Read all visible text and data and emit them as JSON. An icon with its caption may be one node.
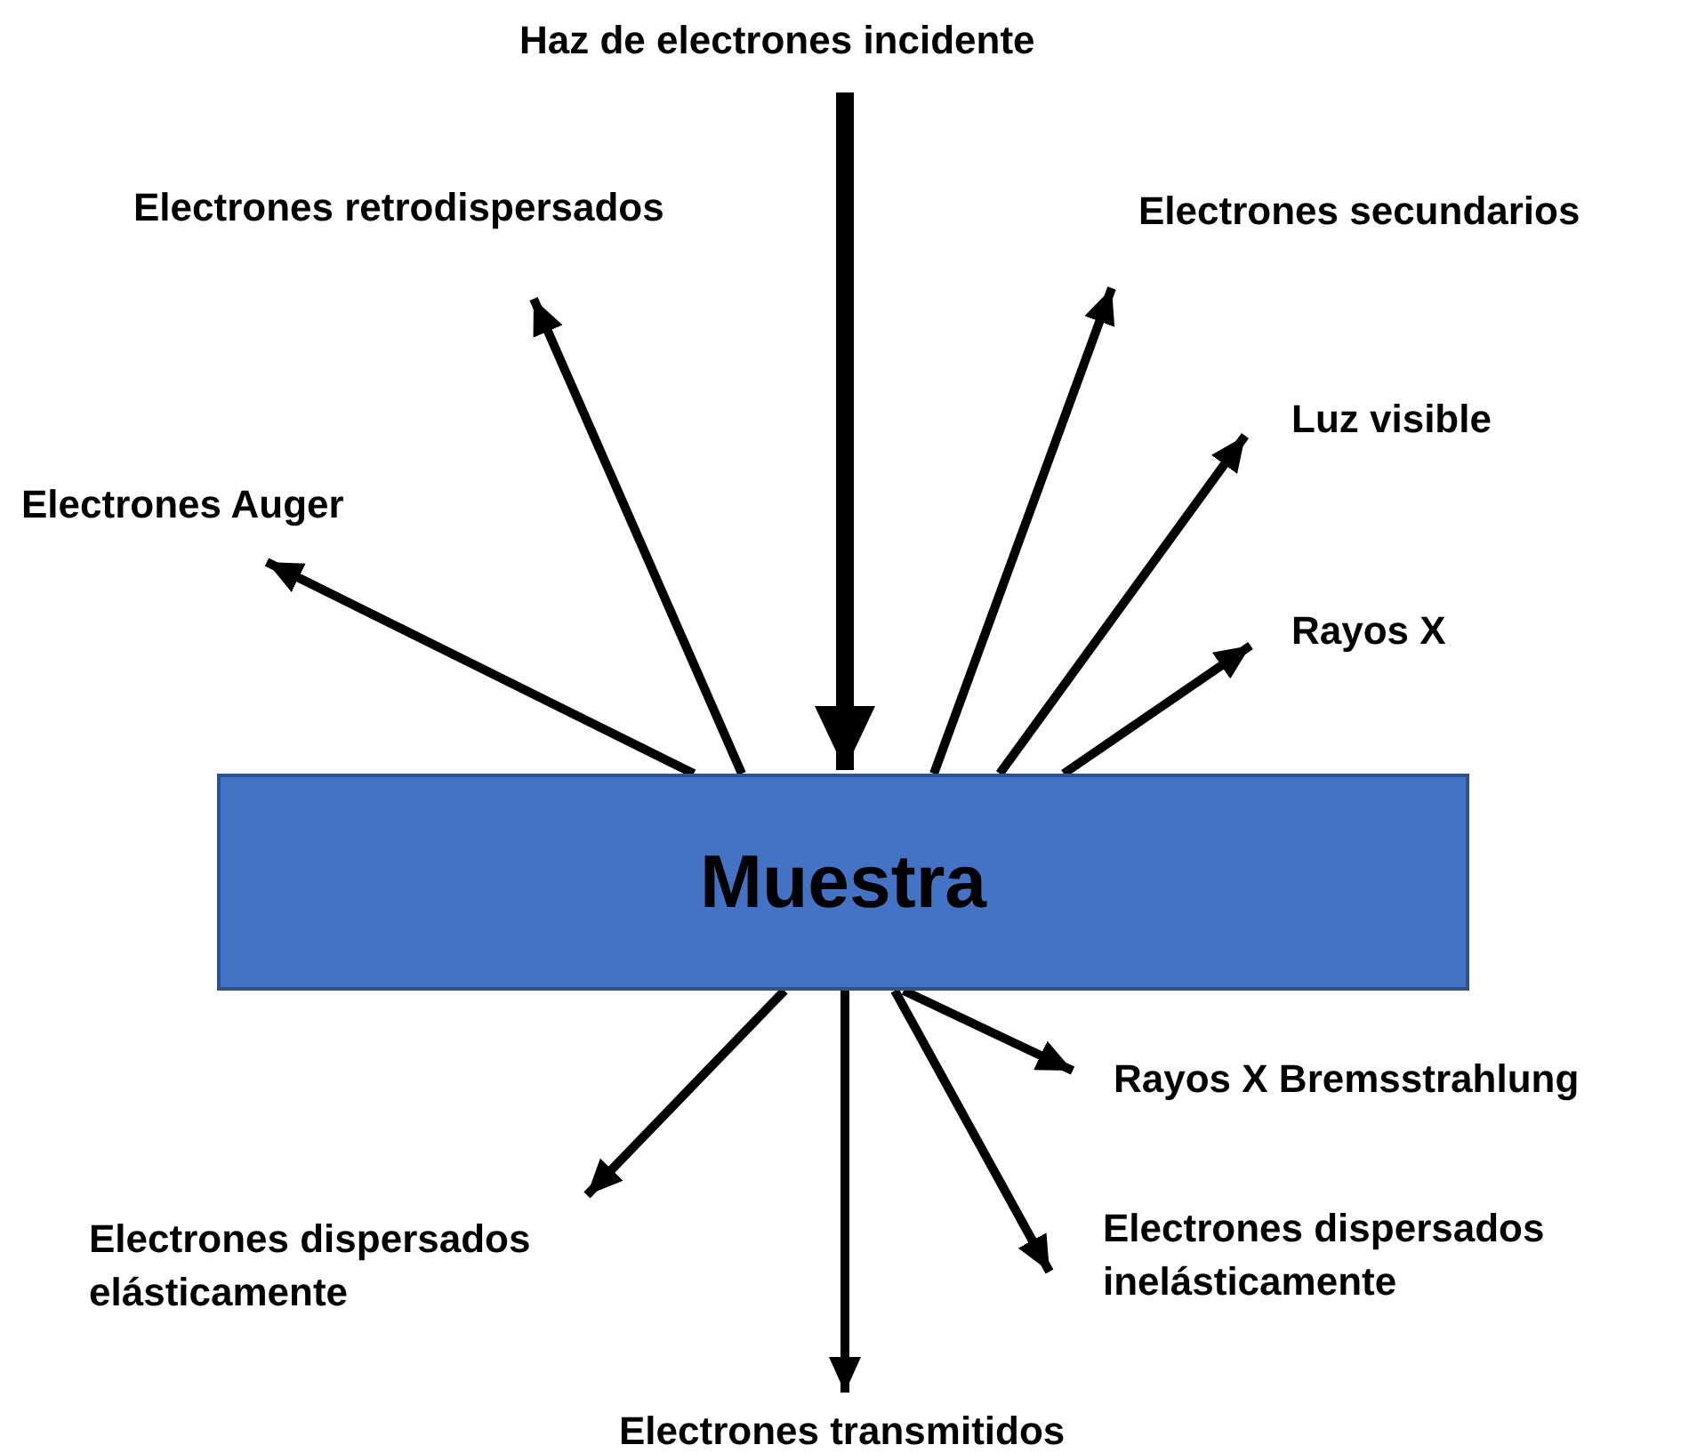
{
  "diagram": {
    "nodes": [
      {
        "text": [
          "Haz de electrones incidente"
        ]
      },
      {
        "text": [
          "Electrones retrodispersados"
        ]
      },
      {
        "text": [
          "Electrones secundarios"
        ]
      },
      {
        "text": [
          "Luz visible"
        ]
      },
      {
        "text": [
          "Electrones Auger"
        ]
      },
      {
        "text": [
          "Rayos X"
        ]
      },
      {
        "text": [
          "Muestra"
        ]
      },
      {
        "text": [
          "Rayos X Bremsstrahlung"
        ]
      },
      {
        "text": [
          "Electrones dispersados elásticamente"
        ]
      },
      {
        "text": [
          "Electrones dispersados inelásticamente"
        ]
      },
      {
        "text": [
          "Electrones transmitidos"
        ]
      }
    ],
    "edges": [
      {
        "from": 0,
        "to": 6,
        "arrow": "to",
        "style": "thick"
      },
      {
        "from": 6,
        "to": 1,
        "arrow": "to"
      },
      {
        "from": 6,
        "to": 2,
        "arrow": "to"
      },
      {
        "from": 6,
        "to": 3,
        "arrow": "to"
      },
      {
        "from": 6,
        "to": 4,
        "arrow": "to"
      },
      {
        "from": 6,
        "to": 5,
        "arrow": "to"
      },
      {
        "from": 6,
        "to": 7,
        "arrow": "to"
      },
      {
        "from": 6,
        "to": 8,
        "arrow": "to"
      },
      {
        "from": 6,
        "to": 9,
        "arrow": "to"
      },
      {
        "from": 6,
        "to": 10,
        "arrow": "to"
      }
    ]
  }
}
